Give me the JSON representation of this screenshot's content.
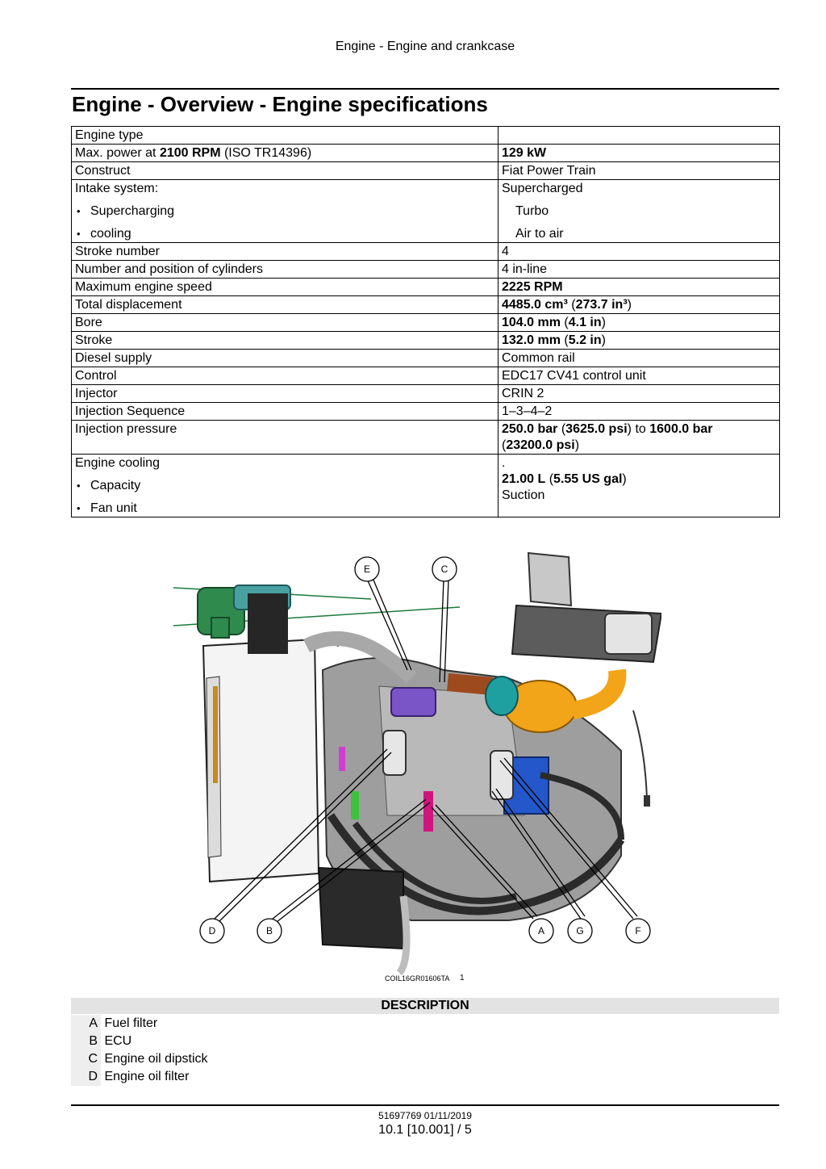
{
  "header": {
    "running_head": "Engine - Engine and crankcase"
  },
  "title": "Engine - Overview - Engine specifications",
  "spec": {
    "engine_type": {
      "label": "Engine type",
      "value": ""
    },
    "max_power": {
      "label_pre": "Max. power at ",
      "label_bold": "2100 RPM",
      "label_post": " (ISO TR14396)",
      "value": "129 kW"
    },
    "construct": {
      "label": "Construct",
      "value": "Fiat Power Train"
    },
    "intake": {
      "label": "Intake system:",
      "value": "Supercharged",
      "items": [
        {
          "label": "Supercharging",
          "value": "Turbo"
        },
        {
          "label": "cooling",
          "value": "Air to air"
        }
      ]
    },
    "stroke_number": {
      "label": "Stroke number",
      "value": "4"
    },
    "cylinders": {
      "label": "Number and position of cylinders",
      "value": "4 in-line"
    },
    "max_speed": {
      "label": "Maximum engine speed",
      "value": "2225 RPM"
    },
    "displacement": {
      "label": "Total displacement",
      "value_metric": "4485.0 cm³",
      "value_imperial": "273.7 in³"
    },
    "bore": {
      "label": "Bore",
      "value_metric": "104.0 mm",
      "value_imperial": "4.1 in"
    },
    "stroke": {
      "label": "Stroke",
      "value_metric": "132.0 mm",
      "value_imperial": "5.2 in"
    },
    "diesel_supply": {
      "label": "Diesel supply",
      "value": "Common rail"
    },
    "control": {
      "label": "Control",
      "value": "EDC17 CV41 control unit"
    },
    "injector": {
      "label": "Injector",
      "value": "CRIN 2"
    },
    "injection_sequence": {
      "label": "Injection Sequence",
      "value": "1–3–4–2"
    },
    "injection_pressure": {
      "label": "Injection pressure",
      "min_metric": "250.0 bar",
      "min_imperial": "3625.0 psi",
      "connector": "to",
      "max_metric": "1600.0 bar",
      "max_imperial": "23200.0 psi"
    },
    "cooling": {
      "label": "Engine cooling",
      "value": ".",
      "capacity": {
        "label": "Capacity",
        "value_metric": "21.00 L",
        "value_imperial": "5.55 US gal"
      },
      "fan": {
        "label": "Fan unit",
        "value": "Suction"
      }
    }
  },
  "figure": {
    "callouts_top": [
      "E",
      "C"
    ],
    "callouts_bottom": [
      "D",
      "B",
      "A",
      "G",
      "F"
    ],
    "code": "COIL16GR01606TA",
    "number": "1",
    "colors": {
      "green": "#2f8a4e",
      "orange": "#f2a518",
      "brown": "#9c4a1e",
      "teal": "#1fa0a0",
      "blue": "#2457c9",
      "purple": "#7a55c8",
      "magenta": "#d0157f"
    }
  },
  "description": {
    "heading": "DESCRIPTION",
    "items": [
      {
        "key": "A",
        "value": "Fuel filter"
      },
      {
        "key": "B",
        "value": "ECU"
      },
      {
        "key": "C",
        "value": "Engine oil dipstick"
      },
      {
        "key": "D",
        "value": "Engine oil filter"
      }
    ]
  },
  "footer": {
    "doc_code": "51697769 01/11/2019",
    "page": "10.1 [10.001] / 5"
  }
}
